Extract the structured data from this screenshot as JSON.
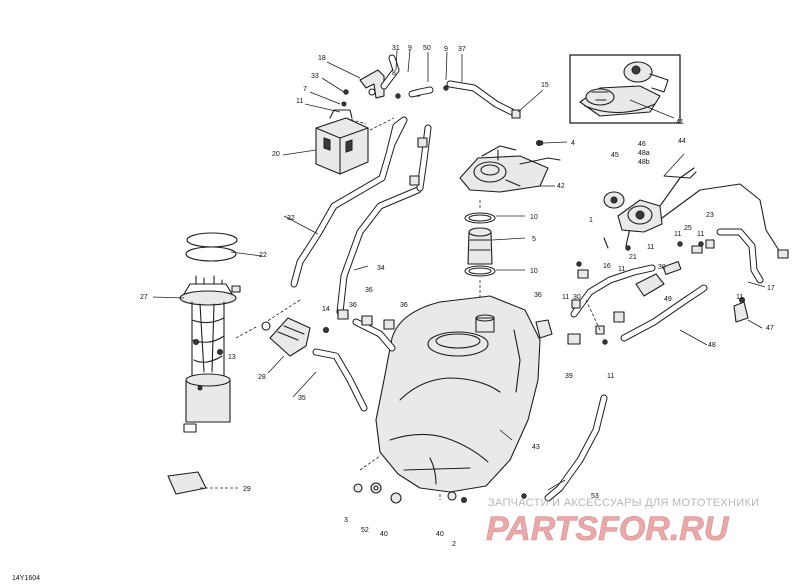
{
  "figure_code": "14Y1604",
  "watermark": {
    "top_text": "ЗАПЧАСТИ И АКСЕССУАРЫ ДЛЯ МОТОТЕХНИКИ",
    "logo_text": "PARTSFOR.RU"
  },
  "callouts": {
    "c1": "1",
    "c2": "2",
    "c3": "3",
    "c4": "4",
    "c5": "5",
    "c7": "7",
    "c8a": "8",
    "c8b": "8",
    "c9a": "9",
    "c9b": "9",
    "c10a": "10",
    "c10b": "10",
    "c11a": "11",
    "c11b": "11",
    "c11c": "11",
    "c11d": "11",
    "c11e": "11",
    "c11f": "11",
    "c11g": "11",
    "c11h": "11",
    "c13": "13",
    "c14": "14",
    "c15": "15",
    "c16": "16",
    "c17": "17",
    "c18": "18",
    "c20": "20",
    "c21": "21",
    "c22": "22",
    "c23": "23",
    "c25": "25",
    "c27": "27",
    "c28": "28",
    "c29": "29",
    "c30a": "30",
    "c30b": "30",
    "c31": "31",
    "c32": "32",
    "c33": "33",
    "c34": "34",
    "c35": "35",
    "c36a": "36",
    "c36b": "36",
    "c36c": "36",
    "c37": "37",
    "c39": "39",
    "c40a": "40",
    "c40b": "40",
    "c41": "41",
    "c42": "42",
    "c43": "43",
    "c44": "44",
    "c45": "45",
    "c46": "46",
    "c47": "47",
    "c48": "48",
    "c48a": "48a",
    "c48b": "48b",
    "c49": "49",
    "c50": "50",
    "c52": "52",
    "c53": "53"
  }
}
